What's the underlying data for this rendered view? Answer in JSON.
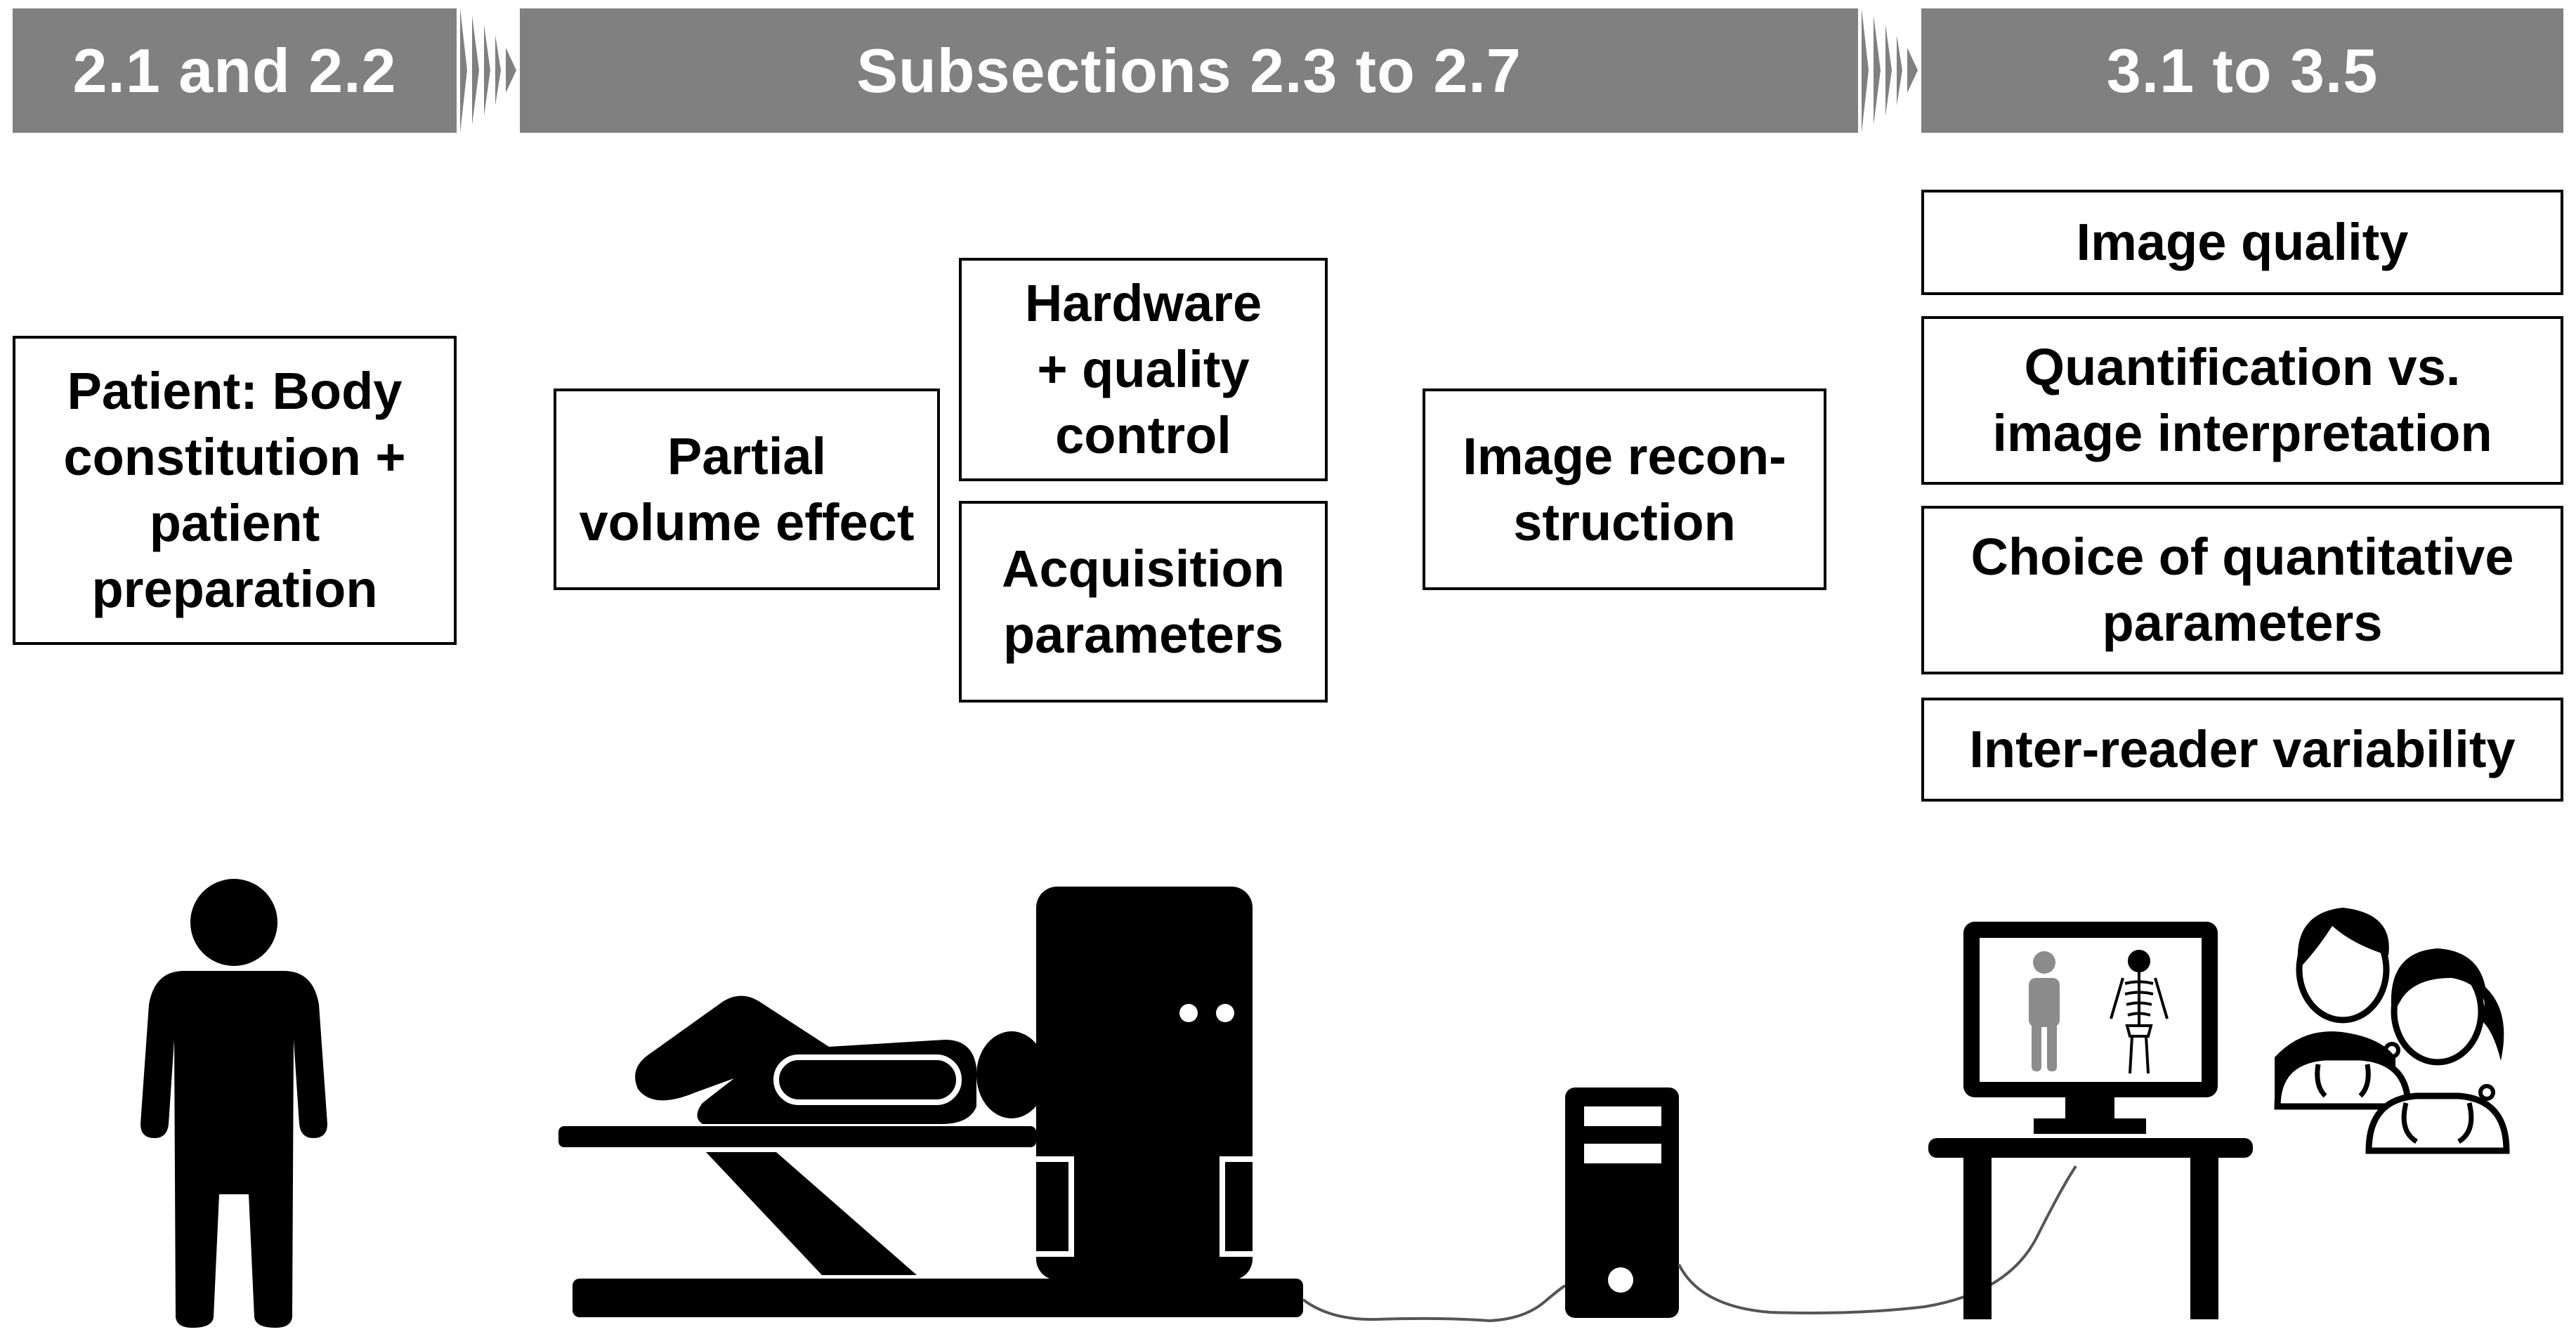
{
  "banners": [
    {
      "label": "2.1 and 2.2"
    },
    {
      "label": "Subsections 2.3 to 2.7"
    },
    {
      "label": "3.1 to 3.5"
    }
  ],
  "factors": {
    "patient": "Patient: Body\nconstitution +\npatient\npreparation",
    "partial_volume": "Partial\nvolume effect",
    "hardware": "Hardware\n+ quality\ncontrol",
    "acquisition": "Acquisition\nparameters",
    "reconstruction": "Image recon-\nstruction",
    "image_quality": "Image quality",
    "quantification": "Quantification vs.\nimage interpretation",
    "choice_params": "Choice of quantitative\nparameters",
    "inter_reader": "Inter-reader variability"
  },
  "icons": [
    "person-icon",
    "scanner-icon",
    "computer-tower-icon",
    "monitor-icon",
    "doctors-icon"
  ],
  "colors": {
    "banner": "#808080",
    "ink": "#000000",
    "monitor_figure": "#8c8c8c"
  }
}
